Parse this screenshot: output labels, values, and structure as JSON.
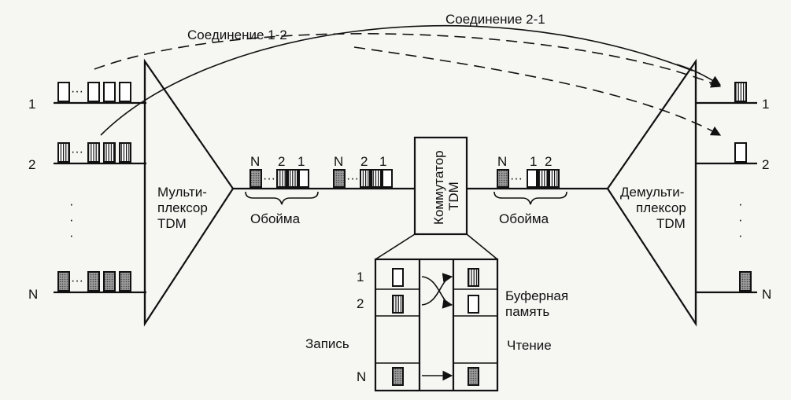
{
  "connections": {
    "c12": "Соединение 1-2",
    "c21": "Соединение 2-1"
  },
  "inputs": {
    "line1": "1",
    "line2": "2",
    "lineN": "N",
    "dots": "·"
  },
  "mux": {
    "line1": "Мульти-",
    "line2": "плексор",
    "line3": "TDM"
  },
  "demux": {
    "line1": "Демульти-",
    "line2": "плексор",
    "line3": "TDM"
  },
  "frames": {
    "frame_a": {
      "n": "N",
      "s2": "2",
      "s1": "1"
    },
    "frame_b": {
      "n": "N",
      "s2": "2",
      "s1": "1"
    },
    "frame_c": {
      "n": "N",
      "s1": "1",
      "s2": "2"
    },
    "label": "Обойма"
  },
  "switch": {
    "line1": "Коммутатор",
    "line2": "TDM"
  },
  "buffer": {
    "row1": "1",
    "row2": "2",
    "rowN": "N",
    "label_line1": "Буферная",
    "label_line2": "память",
    "write": "Запись",
    "read": "Чтение"
  },
  "outputs": {
    "line1": "1",
    "line2": "2",
    "lineN": "N"
  }
}
